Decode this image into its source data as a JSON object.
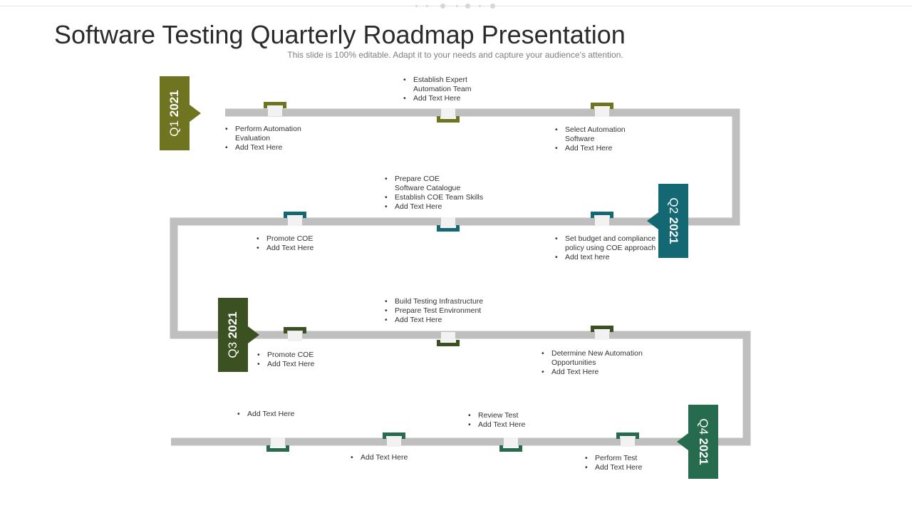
{
  "header": {
    "title": "Software Testing Quarterly Roadmap Presentation",
    "subtitle": "This slide is 100% editable. Adapt it to your needs and capture your audience’s attention."
  },
  "colors": {
    "track": "#bfbfbf",
    "q1": "#6e7420",
    "q2": "#136873",
    "q3": "#3b5121",
    "q4": "#266b4d"
  },
  "quarters": [
    {
      "q": "Q1",
      "year": "2021"
    },
    {
      "q": "Q2",
      "year": "2021"
    },
    {
      "q": "Q3",
      "year": "2021"
    },
    {
      "q": "Q4",
      "year": "2021"
    }
  ],
  "milestones": {
    "row1": [
      [
        "Perform Automation\nEvaluation",
        "Add Text Here"
      ],
      [
        "Establish Expert\nAutomation Team",
        "Add Text Here"
      ],
      [
        "Select Automation\nSoftware",
        "Add Text Here"
      ]
    ],
    "row2": [
      [
        "Promote COE",
        "Add Text Here"
      ],
      [
        "Prepare COE\nSoftware Catalogue",
        "Establish COE  Team Skills",
        "Add Text Here"
      ],
      [
        "Set budget and compliance\npolicy using COE  approach",
        "Add text here"
      ]
    ],
    "row3": [
      [
        "Promote COE",
        "Add Text Here"
      ],
      [
        "Build Testing Infrastructure",
        "Prepare Test Environment",
        "Add Text Here"
      ],
      [
        "Determine New Automation\nOpportunities",
        "Add Text Here"
      ]
    ],
    "row4": [
      [
        "Add Text Here"
      ],
      [
        "Add Text Here"
      ],
      [
        "Review Test",
        "Add Text Here"
      ],
      [
        "Perform Test",
        "Add Text Here"
      ]
    ]
  }
}
